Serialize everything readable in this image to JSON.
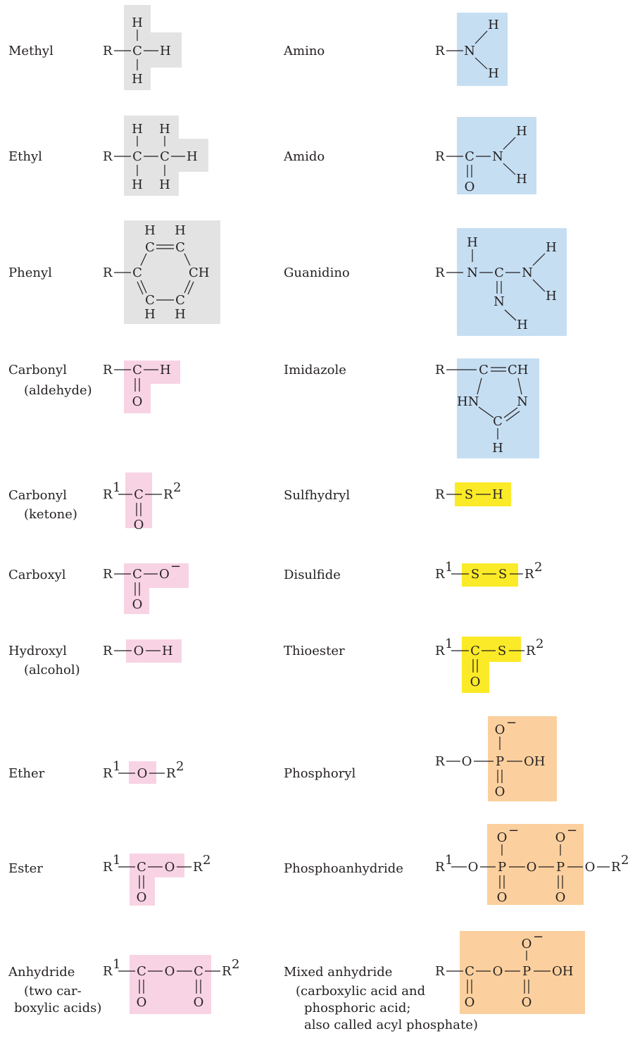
{
  "colors": {
    "gray": "#e3e3e3",
    "blue": "#c5def2",
    "pink": "#f8d3e4",
    "yellow": "#fbea27",
    "orange": "#fbd09e",
    "text": "#231f20"
  },
  "groups": {
    "methyl": "Methyl",
    "ethyl": "Ethyl",
    "phenyl": "Phenyl",
    "carbonyl_aldehyde": "Carbonyl",
    "carbonyl_aldehyde_sub": "(aldehyde)",
    "carbonyl_ketone": "Carbonyl",
    "carbonyl_ketone_sub": "(ketone)",
    "carboxyl": "Carboxyl",
    "hydroxyl": "Hydroxyl",
    "hydroxyl_sub": "(alcohol)",
    "ether": "Ether",
    "ester": "Ester",
    "anhydride": "Anhydride",
    "anhydride_sub1": "(two car-",
    "anhydride_sub2": "boxylic acids)",
    "amino": "Amino",
    "amido": "Amido",
    "guanidino": "Guanidino",
    "imidazole": "Imidazole",
    "sulfhydryl": "Sulfhydryl",
    "disulfide": "Disulfide",
    "thioester": "Thioester",
    "phosphoryl": "Phosphoryl",
    "phosphoanhydride": "Phosphoanhydride",
    "mixed_anhydride": "Mixed anhydride",
    "mixed_anhydride_sub1": "(carboxylic acid and",
    "mixed_anhydride_sub2": "phosphoric acid;",
    "mixed_anhydride_sub3": "also called acyl phosphate)"
  },
  "atoms": {
    "R": "R",
    "R1": "R",
    "R2": "R",
    "sup1": "1",
    "sup2": "2",
    "H": "H",
    "C": "C",
    "O": "O",
    "N": "N",
    "S": "S",
    "P": "P",
    "CH": "CH",
    "HN": "HN",
    "OH": "OH",
    "Ominus": "O",
    "minus": "−"
  }
}
